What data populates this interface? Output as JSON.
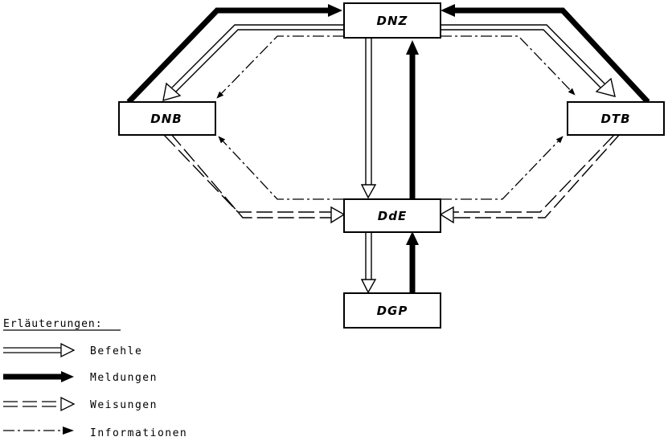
{
  "boxes": {
    "dnz": "DNZ",
    "dnb": "DNB",
    "dtb": "DTB",
    "dde": "DdE",
    "dgp": "DGP"
  },
  "legend": {
    "title": "Erläuterungen:",
    "items": [
      {
        "type": "befehle",
        "label": "Befehle"
      },
      {
        "type": "meldungen",
        "label": "Meldungen"
      },
      {
        "type": "weisungen",
        "label": "Weisungen"
      },
      {
        "type": "informationen",
        "label": "Informationen"
      }
    ]
  }
}
